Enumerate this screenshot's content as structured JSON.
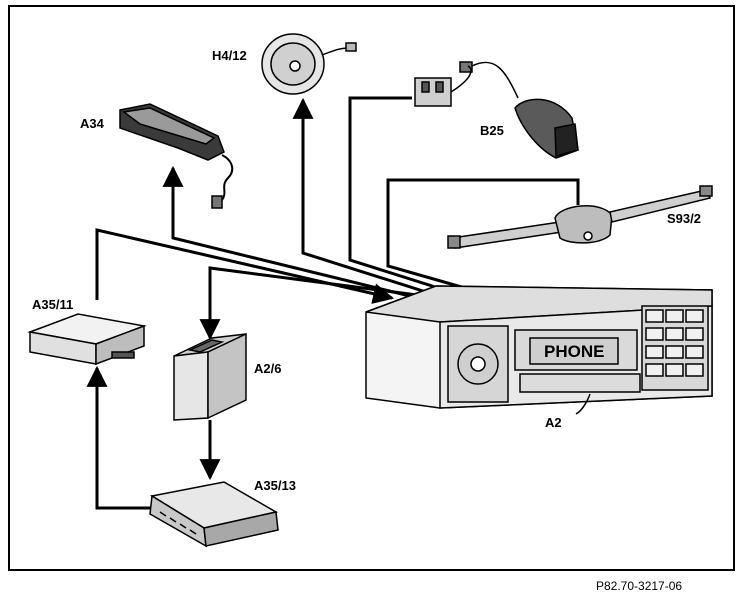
{
  "labels": {
    "h4_12": "H4/12",
    "a34": "A34",
    "b25": "B25",
    "s93_2": "S93/2",
    "a35_11": "A35/11",
    "a2_6": "A2/6",
    "a2": "A2",
    "a35_13": "A35/13"
  },
  "radio_display": "PHONE",
  "figure_ref": "P82.70-3217-06",
  "colors": {
    "line": "#000000",
    "shade": "#cfcfcf",
    "dark": "#555555"
  }
}
